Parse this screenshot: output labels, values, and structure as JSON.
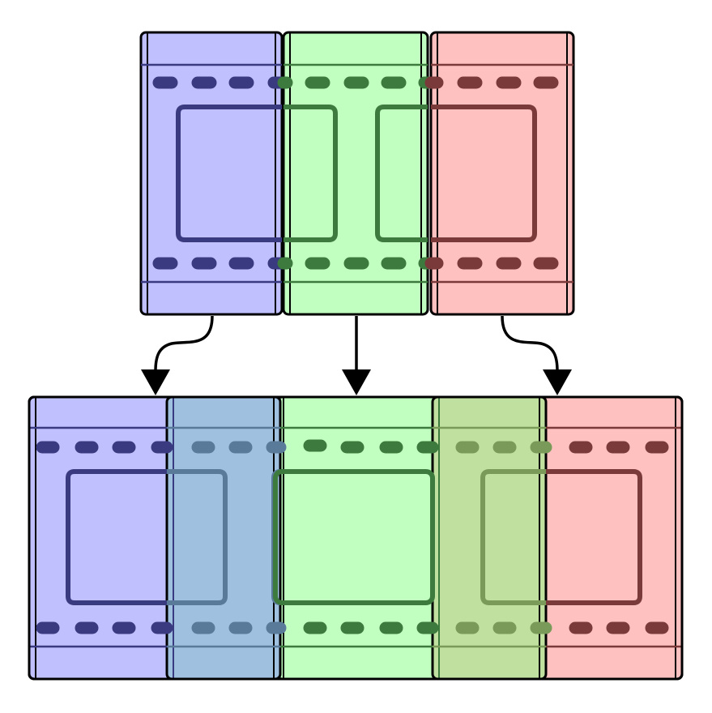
{
  "diagram": {
    "description_text": "",
    "top_strip": {
      "segments": [
        {
          "name": "blue",
          "fill": "#c0c0ff",
          "ink": "#3a3a80"
        },
        {
          "name": "green",
          "fill": "#c0ffc0",
          "ink": "#3d7a3d"
        },
        {
          "name": "red",
          "fill": "#ffc0c0",
          "ink": "#7a3a3a"
        }
      ]
    },
    "bottom_strip": {
      "segments": [
        {
          "name": "blue",
          "fill": "#c0c0ff",
          "ink": "#3a3a80"
        },
        {
          "name": "blue-green-overlap",
          "fill": "#a0c0e0",
          "ink": "#5a7a9a"
        },
        {
          "name": "green",
          "fill": "#c0ffc0",
          "ink": "#3d7a3d"
        },
        {
          "name": "green-red-overlap",
          "fill": "#c0e0a0",
          "ink": "#7a9a5a"
        },
        {
          "name": "red",
          "fill": "#ffc0c0",
          "ink": "#7a3a3a"
        }
      ]
    },
    "arrows": [
      {
        "from": "blue",
        "to": "blue"
      },
      {
        "from": "green",
        "to": "green"
      },
      {
        "from": "red",
        "to": "red"
      }
    ],
    "colors": {
      "outline": "#000000",
      "blue_fill": "#c0c0ff",
      "green_fill": "#c0ffc0",
      "red_fill": "#ffc0c0",
      "blue_ink": "#3a3a80",
      "green_ink": "#3d7a3d",
      "red_ink": "#7a3a3a",
      "overlap_blue_green": "#a0c0e0",
      "overlap_green_red": "#c0e0a0"
    }
  }
}
